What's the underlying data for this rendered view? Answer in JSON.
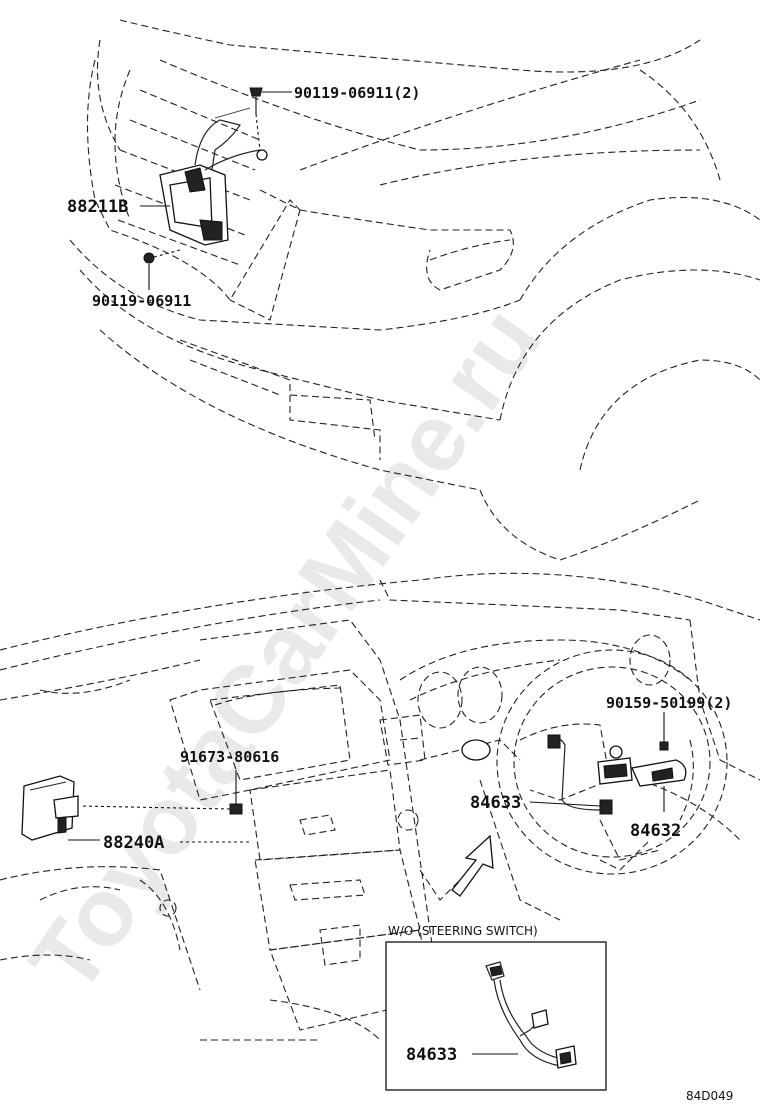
{
  "watermark": "ToyotaCarMine.ru",
  "diagram_code": "84D049",
  "inset_title": "W/O (STEERING SWITCH)",
  "callouts": {
    "bolt_top": "90119-06911(2)",
    "sensor": "88211B",
    "bolt_bottom": "90119-06911",
    "bolt_dash": "91673-80616",
    "module": "88240A",
    "cable_main": "84633",
    "screw_wheel": "90159-50199(2)",
    "switch": "84632",
    "cable_inset": "84633"
  }
}
